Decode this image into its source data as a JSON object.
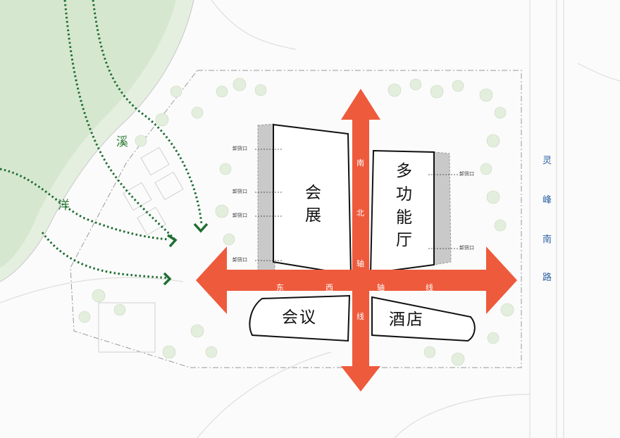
{
  "river": {
    "chars": [
      "洋",
      "溪"
    ],
    "color": "#2f7d3a"
  },
  "road": {
    "chars": [
      "灵",
      "峰",
      "南",
      "路"
    ],
    "color": "#2a62a3"
  },
  "buildings": {
    "exhibition": [
      "会",
      "展"
    ],
    "multi_hall": [
      "多",
      "功",
      "能",
      "厅"
    ],
    "conference": "会议",
    "hotel": "酒店"
  },
  "axis_labels": {
    "ns": [
      "南",
      "北",
      "轴",
      "线"
    ],
    "ew": [
      "东",
      "西",
      "轴",
      "线"
    ],
    "color": "#ee5a3c"
  },
  "dock_label": "卸货口",
  "dock_labels": [
    "卸货口",
    "卸货口",
    "卸货口",
    "卸货口",
    "卸货口",
    "卸货口"
  ],
  "colors": {
    "green_path": "#1f6e33",
    "greenery": "#e6f0df",
    "building_outline": "#111111"
  }
}
